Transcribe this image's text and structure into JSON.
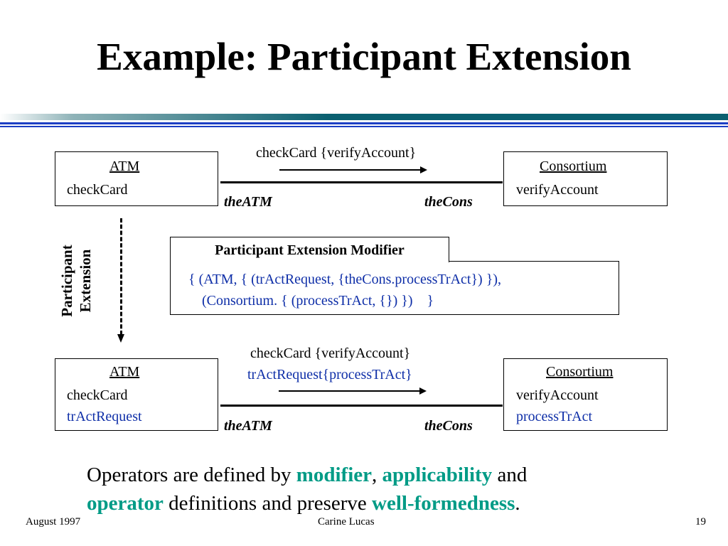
{
  "slide": {
    "title": "Example: Participant Extension"
  },
  "top_diagram": {
    "left_box": {
      "name": "ATM",
      "methods": [
        "checkCard"
      ]
    },
    "right_box": {
      "name": "Consortium",
      "methods": [
        "verifyAccount"
      ]
    },
    "message": "checkCard {verifyAccount}",
    "left_role": "theATM",
    "right_role": "theCons"
  },
  "transform": {
    "label_line1": "Participant",
    "label_line2": "Extension",
    "modifier_title": "Participant Extension Modifier",
    "modifier_line1": "{ (ATM, { (trActRequest, {theCons.processTrAct}) }),",
    "modifier_line2": "(Consortium. { (processTrAct, {}) })    }"
  },
  "bottom_diagram": {
    "left_box": {
      "name": "ATM",
      "method1": "checkCard",
      "method2": "trActRequest"
    },
    "right_box": {
      "name": "Consortium",
      "method1": "verifyAccount",
      "method2": "processTrAct"
    },
    "message1": "checkCard {verifyAccount}",
    "message2": "trActRequest{processTrAct}",
    "left_role": "theATM",
    "right_role": "theCons"
  },
  "conclusion": {
    "p1": "Operators are defined by ",
    "k1": "modifier",
    "p2": ", ",
    "k2": "applicability",
    "p3": " and",
    "k3": "operator",
    "p4": " definitions and preserve ",
    "k4": "well-formedness",
    "p5": "."
  },
  "footer": {
    "date": "August 1997",
    "author": "Carine Lucas",
    "page": "19"
  },
  "colors": {
    "accent_teal": "#009b86",
    "added_blue": "#0f2fa8",
    "bar_dark_teal": "#0b6070",
    "bar_blue": "#1d3fc4"
  }
}
